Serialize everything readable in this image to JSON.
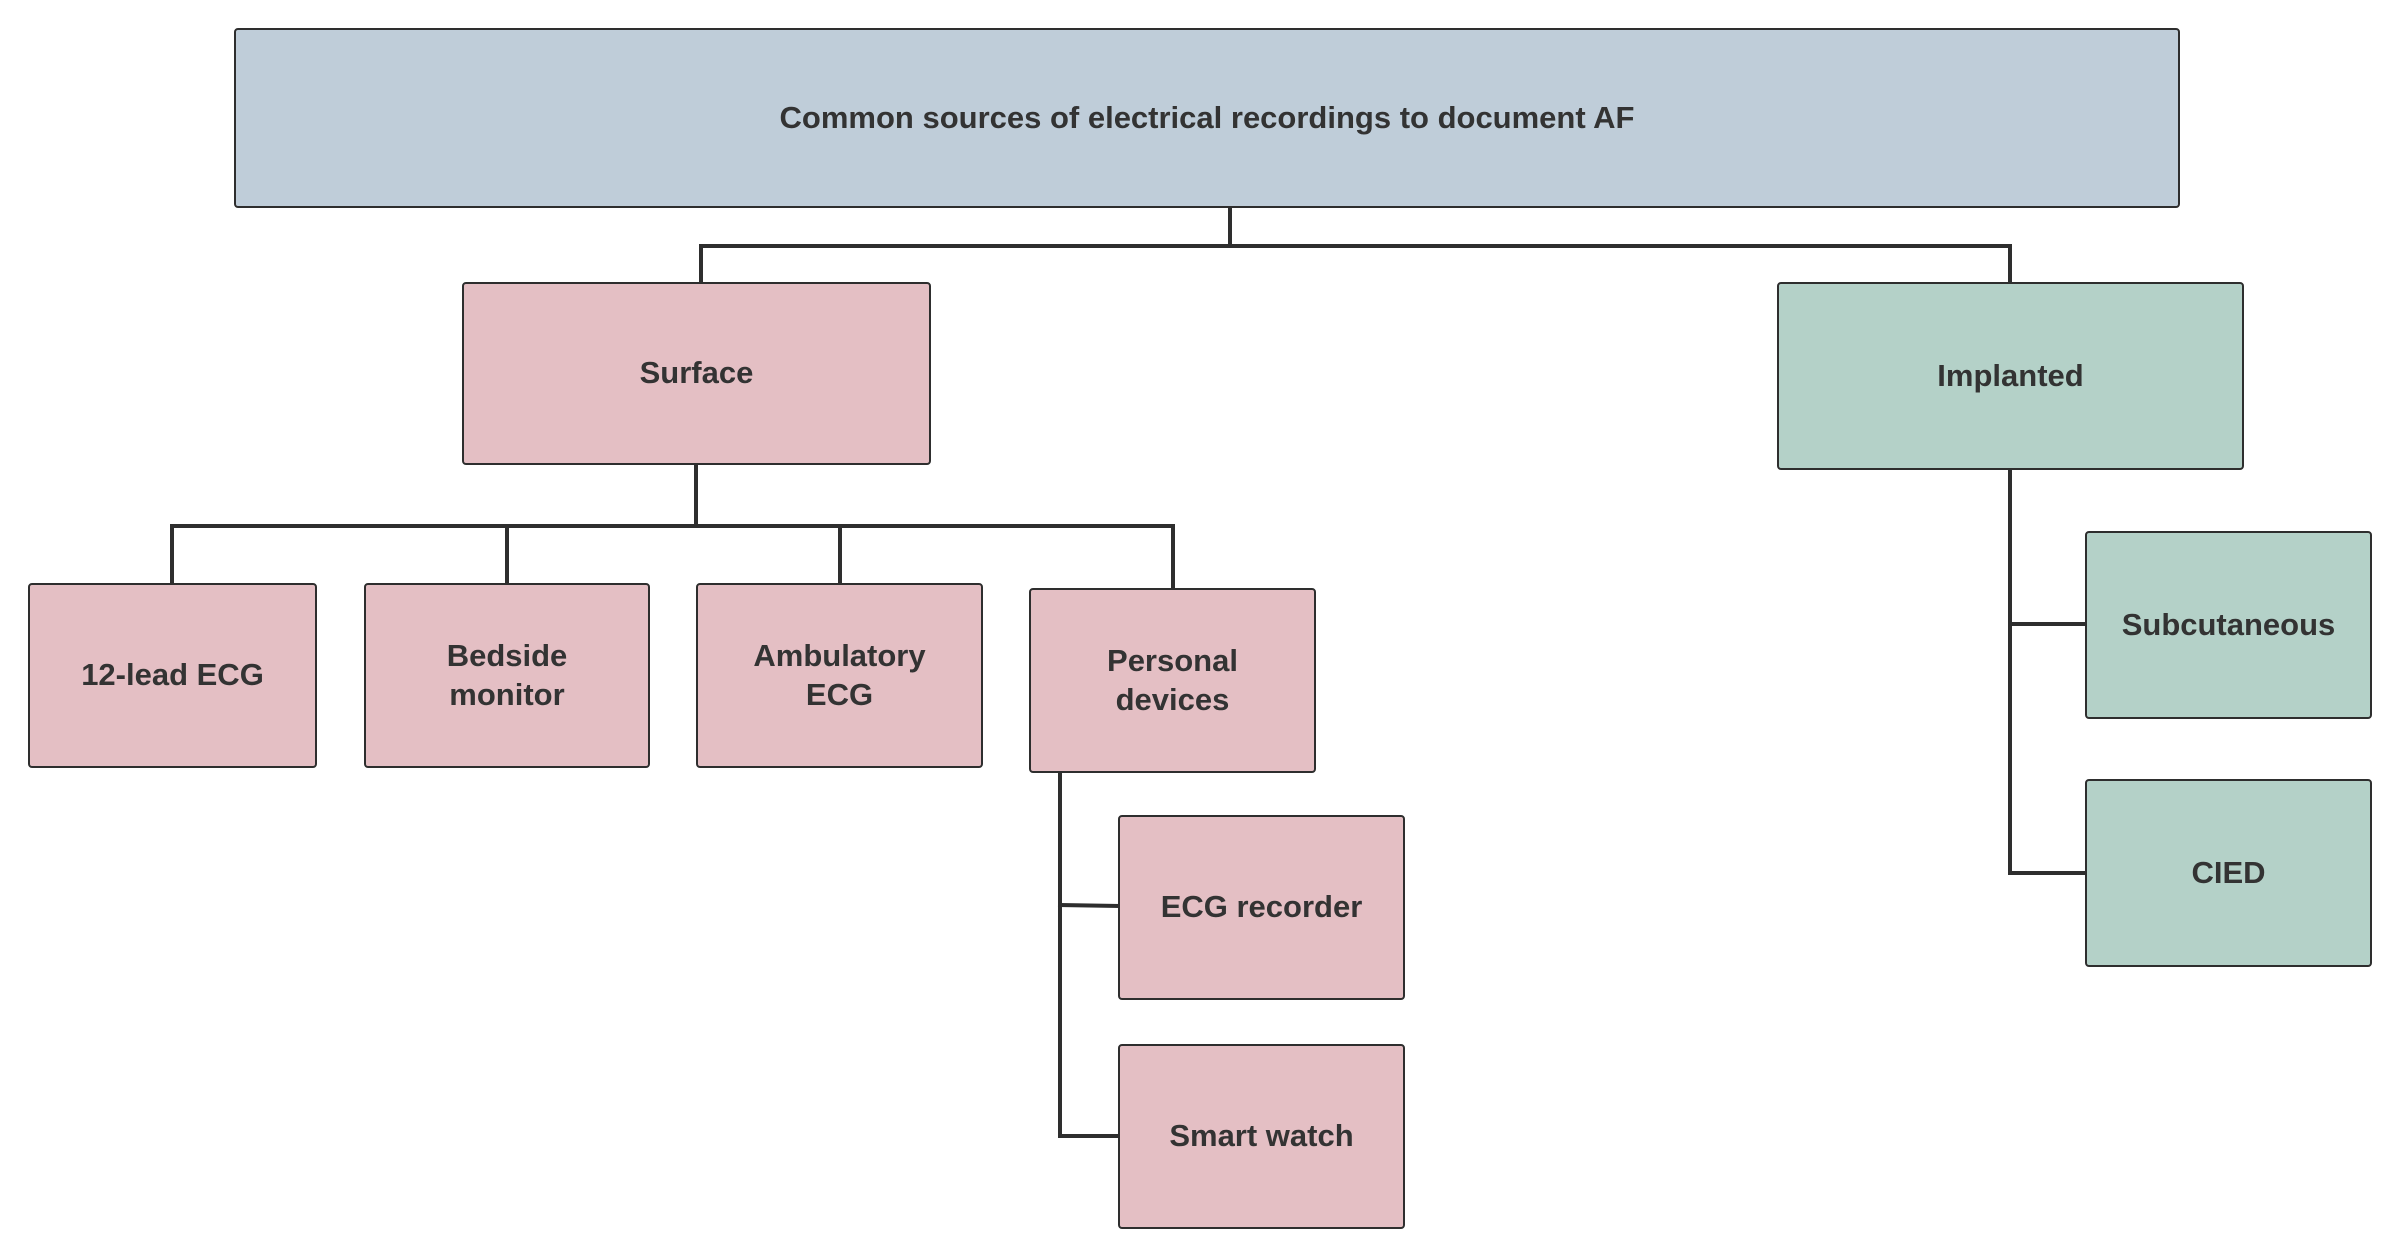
{
  "diagram": {
    "root": {
      "label": "Common sources of electrical recordings to document AF"
    },
    "surface": {
      "label": "Surface",
      "children": [
        {
          "label": "12-lead ECG"
        },
        {
          "label": "Bedside\nmonitor"
        },
        {
          "label": "Ambulatory\nECG"
        },
        {
          "label": "Personal\ndevices"
        }
      ],
      "personal_devices_children": [
        {
          "label": "ECG recorder"
        },
        {
          "label": "Smart watch"
        }
      ]
    },
    "implanted": {
      "label": "Implanted",
      "children": [
        {
          "label": "Subcutaneous"
        },
        {
          "label": "CIED"
        }
      ]
    },
    "colors": {
      "root_fill": "#bfcdd9",
      "surface_fill": "#e4bfc4",
      "implanted_fill": "#b4d1c8",
      "border": "#2e2e2e",
      "text": "#333333"
    }
  }
}
